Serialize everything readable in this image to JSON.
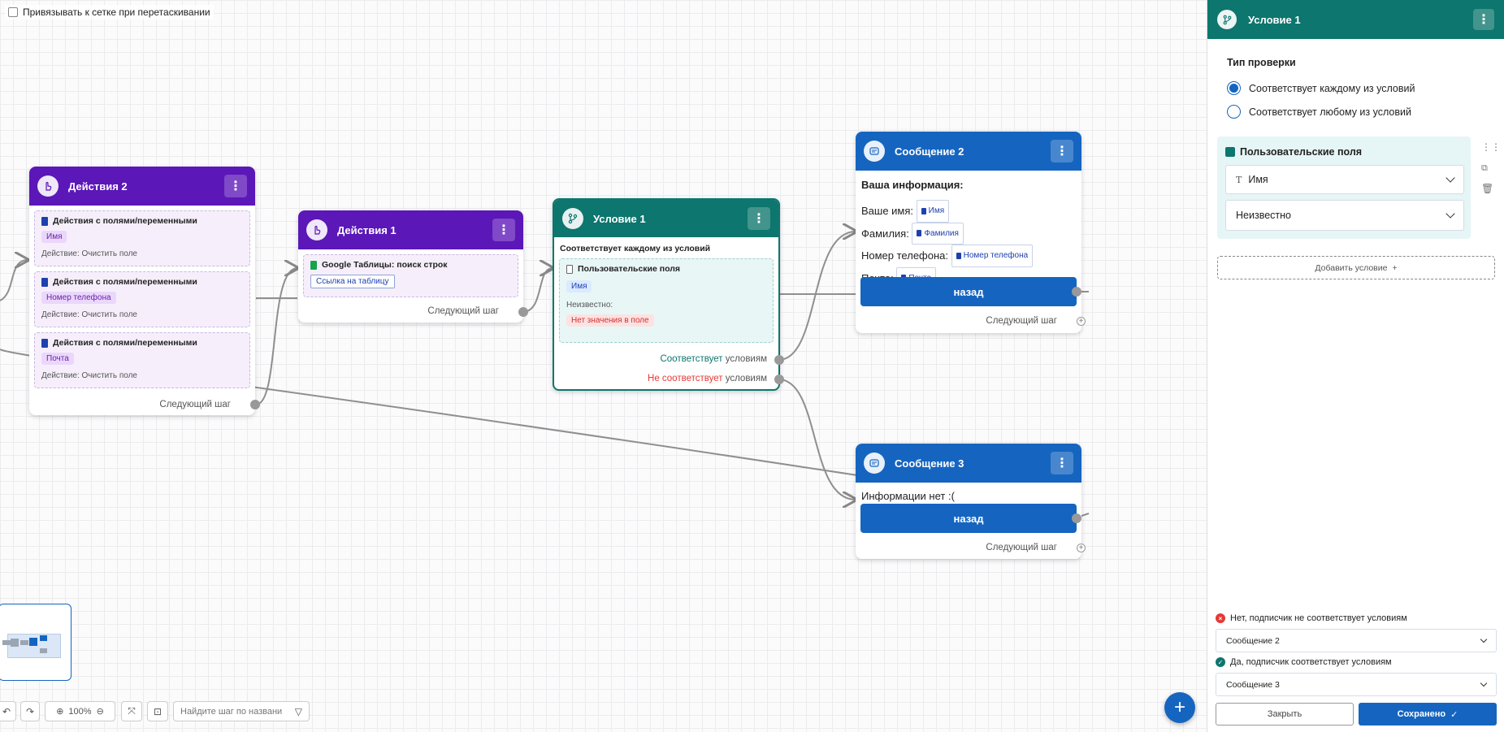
{
  "canvas": {
    "snap_label": "Привязывать к сетке при перетаскивании"
  },
  "nodes": {
    "actions2": {
      "title": "Действия 2",
      "items": [
        {
          "title": "Действия с полями/переменными",
          "tag": "Имя",
          "action": "Действие: Очистить поле"
        },
        {
          "title": "Действия с полями/переменными",
          "tag": "Номер телефона",
          "action": "Действие: Очистить поле"
        },
        {
          "title": "Действия с полями/переменными",
          "tag": "Почта",
          "action": "Действие: Очистить поле"
        }
      ],
      "next": "Следующий шаг"
    },
    "actions1": {
      "title": "Действия 1",
      "item_title": "Google Таблицы: поиск строк",
      "item_link": "Ссылка на таблицу",
      "next": "Следующий шаг"
    },
    "condition1": {
      "title": "Условие 1",
      "subtitle": "Соответствует каждому из условий",
      "box_title": "Пользовательские поля",
      "field_tag": "Имя",
      "unknown_label": "Неизвестно:",
      "no_value": "Нет значения в поле",
      "match_word": "Соответствует",
      "match_rest": "условиям",
      "nomatch_word": "Не соответствует",
      "nomatch_rest": "условиям"
    },
    "message2": {
      "title": "Сообщение 2",
      "heading": "Ваша информация:",
      "lines": [
        {
          "label": "Ваше имя:",
          "chip": "Имя"
        },
        {
          "label": "Фамилия:",
          "chip": "Фамилия"
        },
        {
          "label": "Номер телефона:",
          "chip": "Номер телефона"
        },
        {
          "label": "Почта:",
          "chip": "Почта"
        }
      ],
      "button": "назад",
      "next": "Следующий шаг"
    },
    "message3": {
      "title": "Сообщение 3",
      "text": "Информации нет :(",
      "button": "назад",
      "next": "Следующий шаг"
    }
  },
  "toolbar": {
    "undo_icon": "↶",
    "redo_icon": "↷",
    "zoom_level": "100%",
    "search_placeholder": "Найдите шаг по названи"
  },
  "panel": {
    "title": "Условие 1",
    "check_type_label": "Тип проверки",
    "radio_all": "Соответствует каждому из условий",
    "radio_any": "Соответствует любому из условий",
    "selected_radio": "all",
    "group_title": "Пользовательские поля",
    "field_select": "Имя",
    "field_type_icon": "T",
    "value_select": "Неизвестно",
    "add_condition": "Добавить условие",
    "no_match_label": "Нет, подписчик не соответствует условиям",
    "no_match_target": "Сообщение 2",
    "match_label": "Да, подписчик соответствует условиям",
    "match_target": "Сообщение 3",
    "close_button": "Закрыть",
    "save_button": "Сохранено"
  },
  "colors": {
    "purple": "#5b17b8",
    "teal": "#0d766e",
    "blue": "#1565c0",
    "error": "#e53935"
  }
}
